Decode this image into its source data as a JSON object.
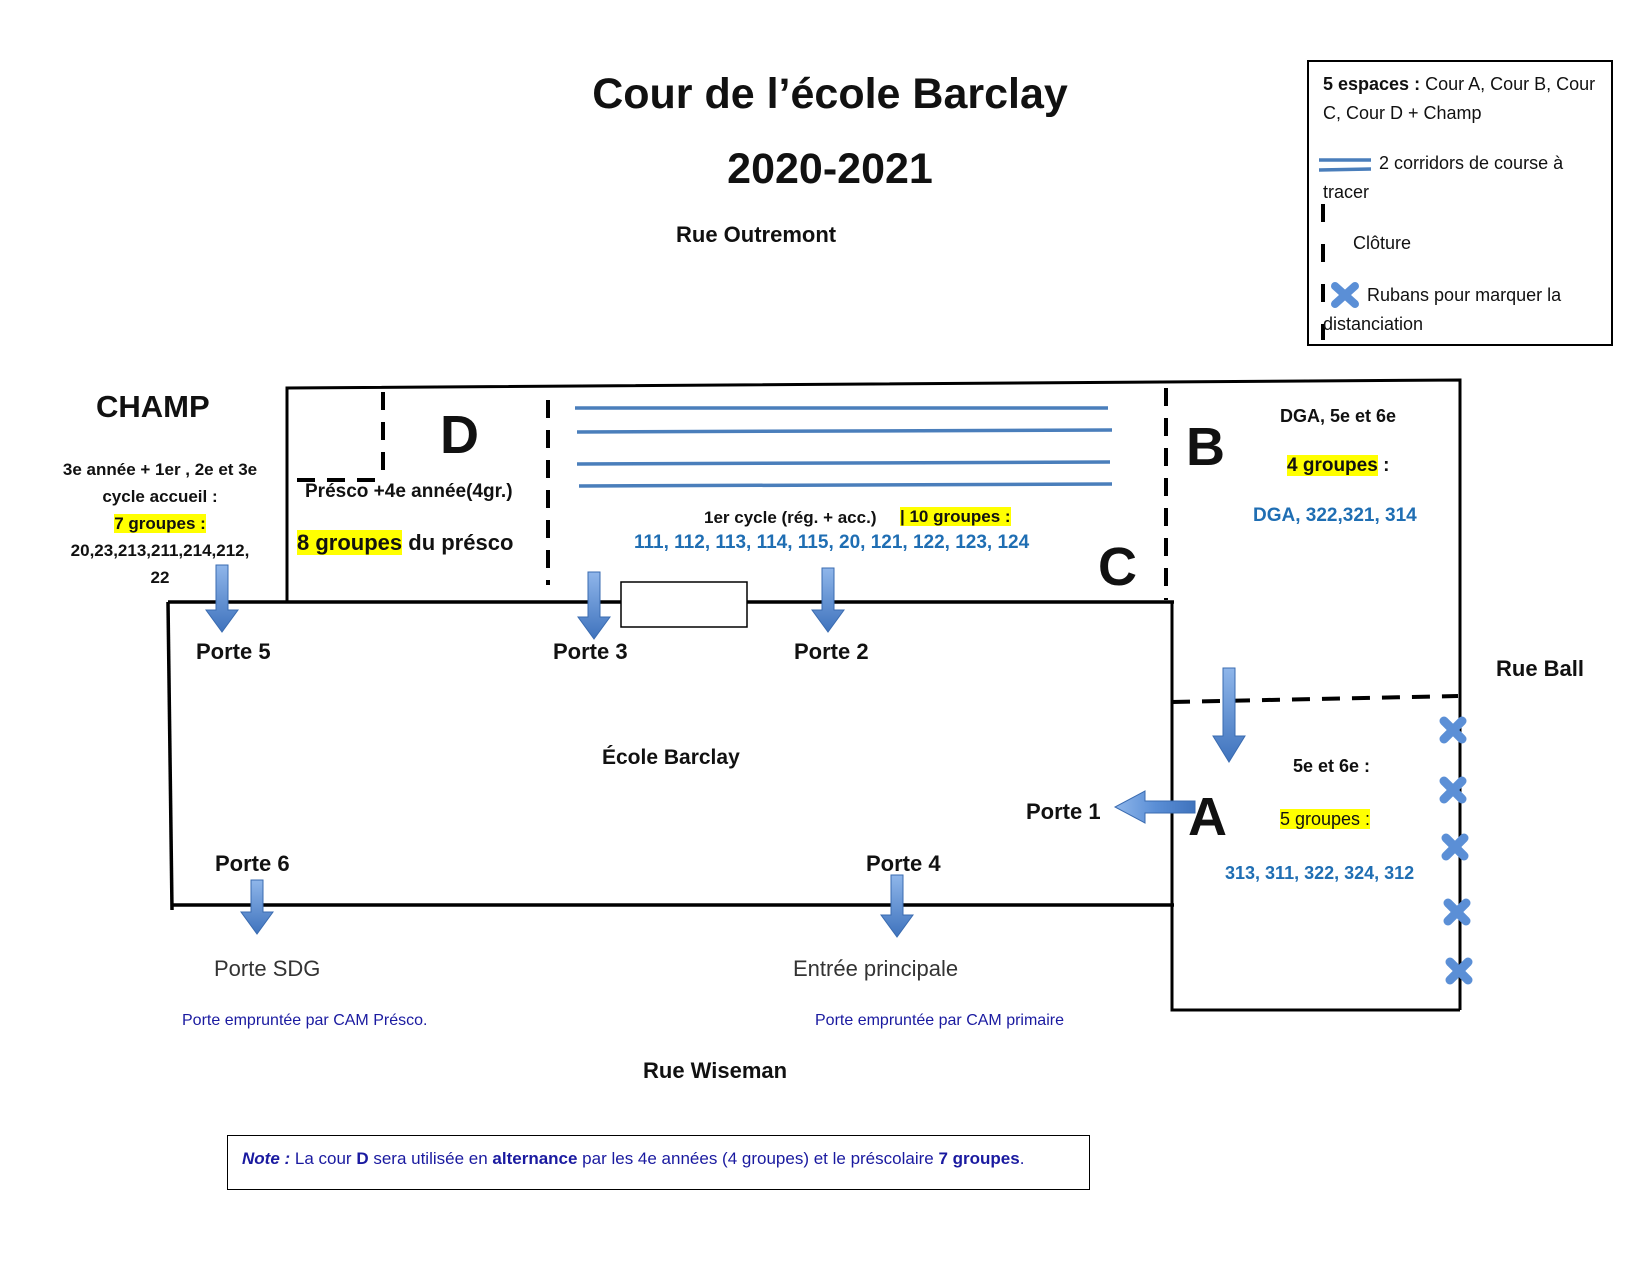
{
  "header": {
    "title": "Cour de l’école Barclay",
    "year": "2020-2021",
    "street_top": "Rue Outremont"
  },
  "legend": {
    "spaces_bold": "5 espaces :",
    "spaces_line1_rest": " Cour A, Cour B, Cour",
    "spaces_line2": "C, Cour D + Champ",
    "corridors_line1": "2 corridors de course à",
    "corridors_line2": "tracer",
    "cloture": "Clôture",
    "rubans_line1": "Rubans pour marquer la",
    "rubans_line2": "distanciation",
    "corridor_color": "#4a7ebb",
    "x_color": "#5b8fd6"
  },
  "champ": {
    "title": "CHAMP",
    "line1": "3e année + 1er , 2e et 3e",
    "line2": "cycle accueil :",
    "groups": "7 groupes :",
    "list1": "20,23,213,211,214,212,",
    "list2": "22"
  },
  "zone_d": {
    "letter": "D",
    "line": "Présco +4e année(4gr.)",
    "groups_hl": "8 groupes",
    "groups_rest": " du présco"
  },
  "zone_c": {
    "letter": "C",
    "line": "1er cycle (rég. + acc.)",
    "groups": "| 10    groupes :",
    "list": "111, 112, 113, 114, 115, 20, 121, 122, 123, 124"
  },
  "zone_b": {
    "letter": "B",
    "line": "DGA, 5e et 6e",
    "groups": "4 groupes",
    "groups_colon": " :",
    "list": "DGA, 322,321, 314"
  },
  "zone_a": {
    "letter": "A",
    "line": "5e et 6e :",
    "groups": "5 groupes :",
    "list": "313, 311, 322, 324, 312"
  },
  "building": {
    "name": "École Barclay"
  },
  "doors": {
    "porte1": "Porte 1",
    "porte2": "Porte 2",
    "porte3": "Porte 3",
    "porte4": "Porte 4",
    "porte5": "Porte 5",
    "porte6": "Porte 6"
  },
  "street_right": "Rue Ball",
  "street_bottom": "Rue Wiseman",
  "bottom_entries": {
    "sdg": "Porte SDG",
    "sdg_note": "Porte empruntée par CAM Présco.",
    "main": "Entrée principale",
    "main_note": "Porte empruntée par CAM primaire"
  },
  "note": {
    "label": "Note :",
    "t1": " La cour ",
    "d": "D",
    "t2": " sera utilisée en ",
    "alt": "alternance",
    "t3": " par les 4e années (4 groupes) et le préscolaire ",
    "grp": "7 groupes",
    "t4": "."
  },
  "colors": {
    "arrow": "#5b8fd6",
    "highlight": "#ffff00",
    "blue_text": "#1f6eb3",
    "navy_text": "#1a1aa0"
  }
}
